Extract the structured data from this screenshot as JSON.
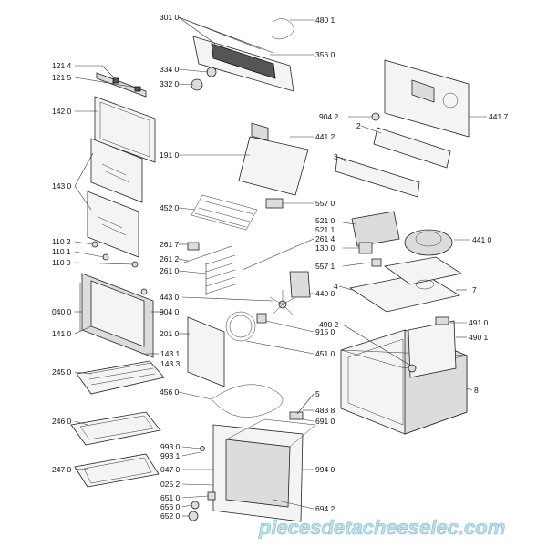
{
  "diagram": {
    "labels": [
      {
        "id": "l-301-0",
        "text": "301 0"
      },
      {
        "id": "l-480-1",
        "text": "480 1"
      },
      {
        "id": "l-356-0",
        "text": "356 0"
      },
      {
        "id": "l-334-0",
        "text": "334 0"
      },
      {
        "id": "l-332-0",
        "text": "332 0"
      },
      {
        "id": "l-121-4",
        "text": "121 4"
      },
      {
        "id": "l-121-5",
        "text": "121 5"
      },
      {
        "id": "l-142-0",
        "text": "142 0"
      },
      {
        "id": "l-143-0",
        "text": "143 0"
      },
      {
        "id": "l-191-0",
        "text": "191 0"
      },
      {
        "id": "l-441-2",
        "text": "441 2"
      },
      {
        "id": "l-904-2",
        "text": "904 2"
      },
      {
        "id": "l-2",
        "text": "2"
      },
      {
        "id": "l-3",
        "text": "3"
      },
      {
        "id": "l-441-7",
        "text": "441 7"
      },
      {
        "id": "l-452-0",
        "text": "452 0"
      },
      {
        "id": "l-557-0",
        "text": "557 0"
      },
      {
        "id": "l-521-0",
        "text": "521 0"
      },
      {
        "id": "l-521-1",
        "text": "521 1"
      },
      {
        "id": "l-261-4",
        "text": "261 4"
      },
      {
        "id": "l-130-0",
        "text": "130 0"
      },
      {
        "id": "l-441-0",
        "text": "441 0"
      },
      {
        "id": "l-110-2",
        "text": "110 2"
      },
      {
        "id": "l-110-1",
        "text": "110 1"
      },
      {
        "id": "l-110-0",
        "text": "110 0"
      },
      {
        "id": "l-261-7",
        "text": "261 7"
      },
      {
        "id": "l-261-2",
        "text": "261 2"
      },
      {
        "id": "l-261-0",
        "text": "261 0"
      },
      {
        "id": "l-557-1",
        "text": "557 1"
      },
      {
        "id": "l-4",
        "text": "4"
      },
      {
        "id": "l-7",
        "text": "7"
      },
      {
        "id": "l-040-0",
        "text": "040 0"
      },
      {
        "id": "l-904-0",
        "text": "904 0"
      },
      {
        "id": "l-443-0",
        "text": "443 0"
      },
      {
        "id": "l-440-0",
        "text": "440 0"
      },
      {
        "id": "l-141-0",
        "text": "141 0"
      },
      {
        "id": "l-201-0",
        "text": "201 0"
      },
      {
        "id": "l-915-0",
        "text": "915 0"
      },
      {
        "id": "l-490-2",
        "text": "490 2"
      },
      {
        "id": "l-491-0",
        "text": "491 0"
      },
      {
        "id": "l-490-1",
        "text": "490 1"
      },
      {
        "id": "l-451-0",
        "text": "451 0"
      },
      {
        "id": "l-143-1",
        "text": "143 1"
      },
      {
        "id": "l-143-3",
        "text": "143 3"
      },
      {
        "id": "l-245-0",
        "text": "245 0"
      },
      {
        "id": "l-456-0",
        "text": "456 0"
      },
      {
        "id": "l-8",
        "text": "8"
      },
      {
        "id": "l-5",
        "text": "5"
      },
      {
        "id": "l-483-8",
        "text": "483 8"
      },
      {
        "id": "l-691-0",
        "text": "691 0"
      },
      {
        "id": "l-246-0",
        "text": "246 0"
      },
      {
        "id": "l-993-0",
        "text": "993 0"
      },
      {
        "id": "l-993-1",
        "text": "993 1"
      },
      {
        "id": "l-047-0",
        "text": "047 0"
      },
      {
        "id": "l-994-0",
        "text": "994 0"
      },
      {
        "id": "l-247-0",
        "text": "247 0"
      },
      {
        "id": "l-025-2",
        "text": "025 2"
      },
      {
        "id": "l-651-0",
        "text": "651 0"
      },
      {
        "id": "l-656-0",
        "text": "656 0"
      },
      {
        "id": "l-652-0",
        "text": "652 0"
      },
      {
        "id": "l-694-2",
        "text": "694 2"
      }
    ],
    "watermark": "piecesdetacheeselec.com"
  }
}
